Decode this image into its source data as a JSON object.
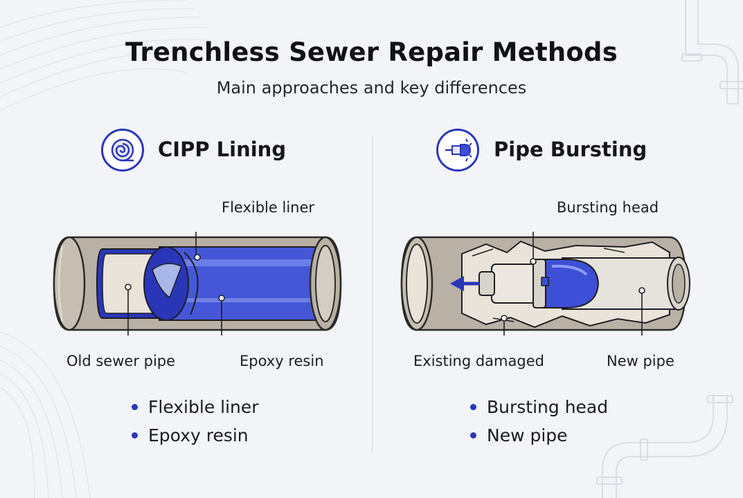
{
  "header": {
    "title": "Trenchless Sewer Repair Methods",
    "subtitle": "Main approaches and key differences"
  },
  "colors": {
    "accent": "#2a36b8",
    "pipe": "#b9b1a5",
    "liner": "#3d4fd6",
    "background": "#f3f4f8"
  },
  "methods": [
    {
      "title": "CIPP Lining",
      "icon": "liner-roll-icon",
      "labels": {
        "top": "Flexible liner",
        "bottom_left": "Old sewer pipe",
        "bottom_right": "Epoxy resin"
      },
      "bullets": [
        "Flexible liner",
        "Epoxy resin"
      ]
    },
    {
      "title": "Pipe Bursting",
      "icon": "bursting-head-icon",
      "labels": {
        "top": "Bursting head",
        "bottom_left": "Existing damaged",
        "bottom_right": "New pipe"
      },
      "bullets": [
        "Bursting head",
        "New pipe"
      ]
    }
  ]
}
